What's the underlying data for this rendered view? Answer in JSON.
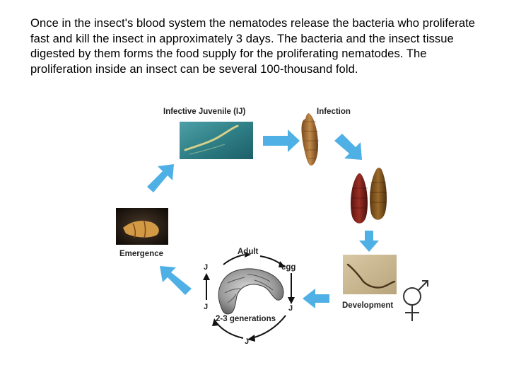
{
  "paragraph": "Once in the insect's blood system the nematodes release the bacteria who proliferate fast and kill the insect in approximately 3 days. The bacteria and the insect tissue digested by them forms the food supply for the proliferating nematodes.  The proliferation inside an insect can be several 100-thousand fold.",
  "cycle": {
    "infective_juvenile": "Infective Juvenile (IJ)",
    "infection": "Infection",
    "development": "Development",
    "emergence": "Emergence",
    "adult": "Adult",
    "egg": "egg",
    "generations": "2-3 generations",
    "j_left_top": "J",
    "j_left_bottom": "J",
    "j_right": "J",
    "j_bottom": "J"
  },
  "colors": {
    "arrow": "#4fb0e6",
    "label": "#222222"
  }
}
